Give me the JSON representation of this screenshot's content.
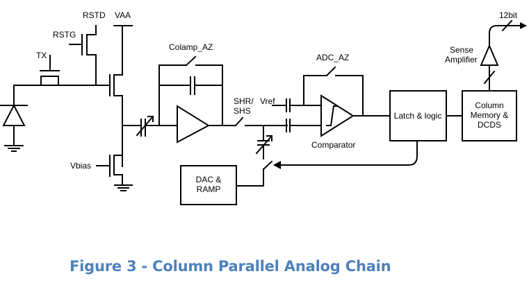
{
  "figure": {
    "caption": "Figure 3 - Column Parallel Analog Chain",
    "caption_color": "#4f81bd"
  },
  "labels": {
    "rstd": "RSTD",
    "vaa": "VAA",
    "rstg": "RSTG",
    "tx": "TX",
    "vbias": "Vbias",
    "colamp_az": "Colamp_AZ",
    "shr_line1": "SHR/",
    "shr_line2": "SHS",
    "vref": "Vref",
    "adc_az": "ADC_AZ",
    "comparator": "Comparator",
    "sense_line1": "Sense",
    "sense_line2": "Amplifier",
    "output_bits": "12bit"
  },
  "blocks": {
    "latch": "Latch & logic",
    "column_memory_line1": "Column",
    "column_memory_line2": "Memory &",
    "column_memory_line3": "DCDS",
    "dac_line1": "DAC &",
    "dac_line2": "RAMP"
  }
}
